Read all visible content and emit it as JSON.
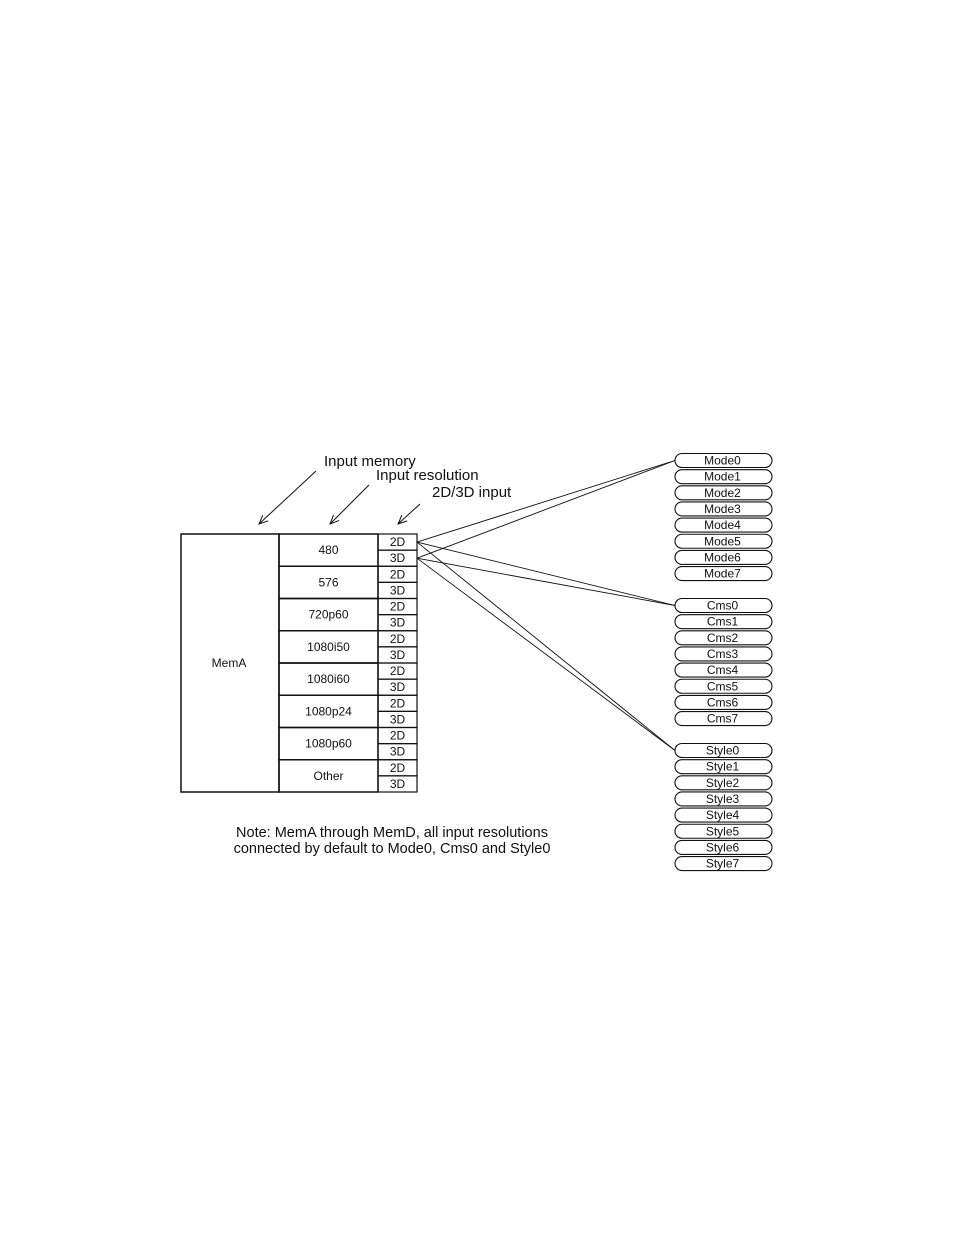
{
  "labels": {
    "input_memory": "Input memory",
    "input_resolution": "Input resolution",
    "input_2d3d": "2D/3D input"
  },
  "memory": "MemA",
  "resolutions": [
    "480",
    "576",
    "720p60",
    "1080i50",
    "1080i60",
    "1080p24",
    "1080p60",
    "Other"
  ],
  "dims": [
    "2D",
    "3D"
  ],
  "groups": {
    "mode": [
      "Mode0",
      "Mode1",
      "Mode2",
      "Mode3",
      "Mode4",
      "Mode5",
      "Mode6",
      "Mode7"
    ],
    "cms": [
      "Cms0",
      "Cms1",
      "Cms2",
      "Cms3",
      "Cms4",
      "Cms5",
      "Cms6",
      "Cms7"
    ],
    "style": [
      "Style0",
      "Style1",
      "Style2",
      "Style3",
      "Style4",
      "Style5",
      "Style6",
      "Style7"
    ]
  },
  "note": {
    "line1": "Note: MemA through MemD, all input resolutions",
    "line2": "connected by default to Mode0, Cms0 and Style0"
  },
  "connections": [
    {
      "from": "480-2D",
      "to": "Mode0"
    },
    {
      "from": "480-3D",
      "to": "Mode0"
    },
    {
      "from": "480-2D",
      "to": "Cms0"
    },
    {
      "from": "480-3D",
      "to": "Cms0"
    },
    {
      "from": "480-2D",
      "to": "Style0"
    },
    {
      "from": "480-3D",
      "to": "Style0"
    }
  ]
}
